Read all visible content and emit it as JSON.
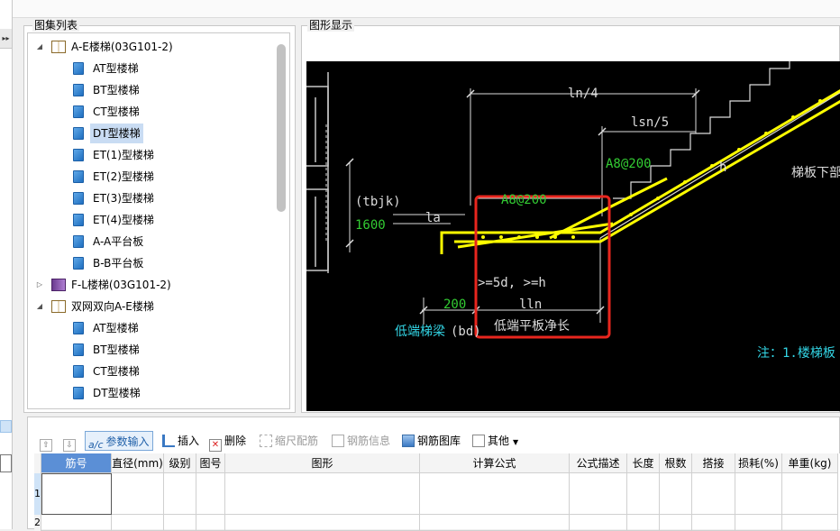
{
  "panels": {
    "tree_title": "图集列表",
    "drawing_title": "图形显示"
  },
  "tree": [
    {
      "label": "A-E楼梯(03G101-2)",
      "level": 0,
      "kind": "book",
      "expanded": true
    },
    {
      "label": "AT型楼梯",
      "level": 1,
      "kind": "leaf"
    },
    {
      "label": "BT型楼梯",
      "level": 1,
      "kind": "leaf"
    },
    {
      "label": "CT型楼梯",
      "level": 1,
      "kind": "leaf"
    },
    {
      "label": "DT型楼梯",
      "level": 1,
      "kind": "leaf",
      "selected": true
    },
    {
      "label": "ET(1)型楼梯",
      "level": 1,
      "kind": "leaf"
    },
    {
      "label": "ET(2)型楼梯",
      "level": 1,
      "kind": "leaf"
    },
    {
      "label": "ET(3)型楼梯",
      "level": 1,
      "kind": "leaf"
    },
    {
      "label": "ET(4)型楼梯",
      "level": 1,
      "kind": "leaf"
    },
    {
      "label": "A-A平台板",
      "level": 1,
      "kind": "leaf"
    },
    {
      "label": "B-B平台板",
      "level": 1,
      "kind": "leaf"
    },
    {
      "label": "F-L楼梯(03G101-2)",
      "level": 0,
      "kind": "book-purple",
      "expanded": false
    },
    {
      "label": "双网双向A-E楼梯",
      "level": 0,
      "kind": "book",
      "expanded": true
    },
    {
      "label": "AT型楼梯",
      "level": 1,
      "kind": "leaf"
    },
    {
      "label": "BT型楼梯",
      "level": 1,
      "kind": "leaf"
    },
    {
      "label": "CT型楼梯",
      "level": 1,
      "kind": "leaf"
    },
    {
      "label": "DT型楼梯",
      "level": 1,
      "kind": "leaf"
    }
  ],
  "drawing": {
    "ln4": "ln/4",
    "lsn5": "lsn/5",
    "a8_200_top": "A8@200",
    "a8_200_box": "A8@200",
    "h": "h",
    "tbjk": "(tbjk)",
    "v1600": "1600",
    "la": "la",
    "d5h": ">=5d, >=h",
    "v200": "200",
    "lln": "lln",
    "low_beam": "低端梯梁",
    "bd": "(bd)",
    "low_slab": "低端平板净长",
    "slab_bottom": "梯板下部",
    "note": "注：1.楼梯板"
  },
  "toolbar": {
    "param_input": "参数输入",
    "insert": "插入",
    "delete": "删除",
    "scale_rebar": "缩尺配筋",
    "rebar_info": "钢筋信息",
    "rebar_library": "钢筋图库",
    "other": "其他"
  },
  "grid": {
    "columns": [
      "筋号",
      "直径(mm)",
      "级别",
      "图号",
      "图形",
      "计算公式",
      "公式描述",
      "长度",
      "根数",
      "搭接",
      "损耗(%)",
      "单重(kg)"
    ],
    "rows": [
      "1",
      "2"
    ]
  },
  "colors": {
    "selected_bg": "#c9dcf3",
    "header_accent": "#5b8fd6",
    "highlight_box": "#e8261e",
    "rebar_yellow": "#ffff00",
    "dim_green": "#33cc33",
    "label_cyan": "#33d6e6"
  }
}
